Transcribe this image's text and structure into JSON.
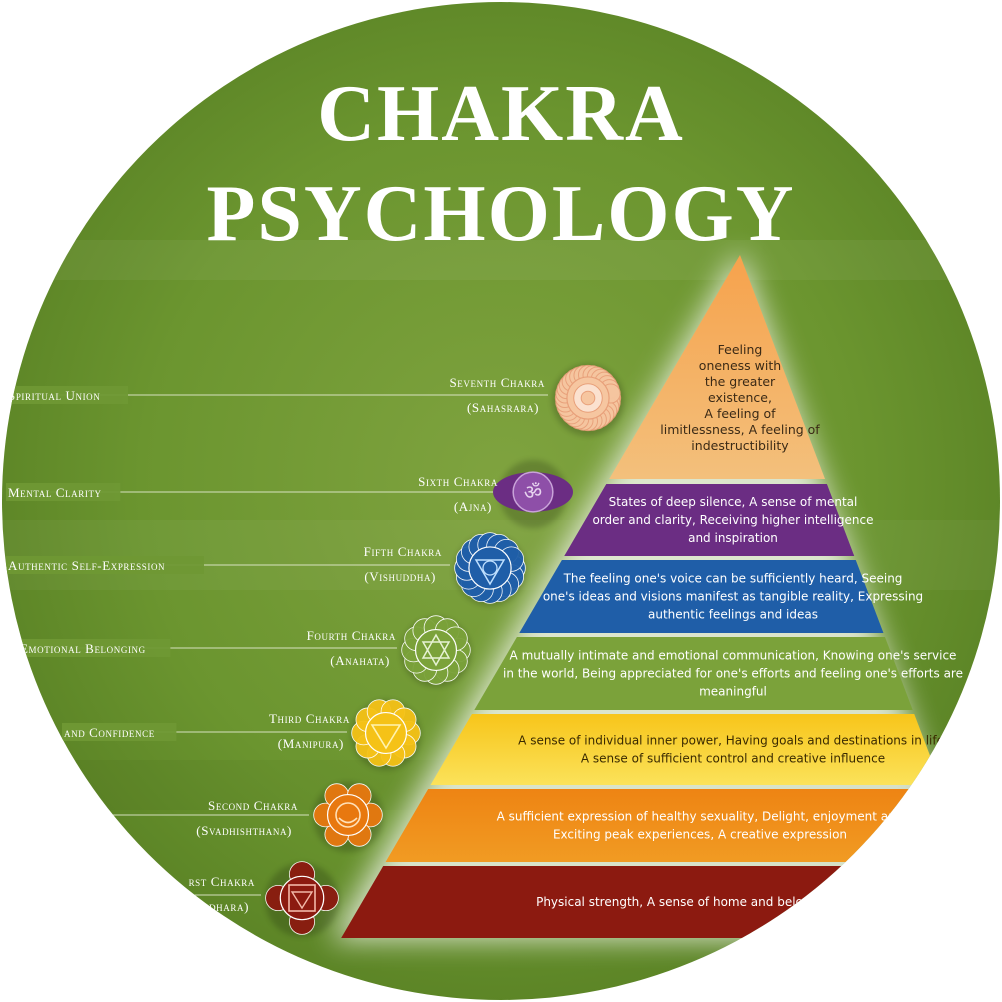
{
  "title": {
    "line1": "CHAKRA",
    "line2": "PSYCHOLOGY"
  },
  "layers": [
    {
      "chakra": "Seventh Chakra",
      "sanskrit": "(Sahasrara)",
      "theme": "Spiritual Union",
      "lines": [
        "Feeling",
        "oneness with",
        "the greater",
        "existence,",
        "A feeling of",
        "limitlessness, A feeling of",
        "indestructibility"
      ],
      "color": "#f2b46a",
      "text_color": "#3b2a16",
      "icon": "lotus-thousand-petal-icon"
    },
    {
      "chakra": "Sixth Chakra",
      "sanskrit": "(Ajna)",
      "theme": "Mental Clarity",
      "lines": [
        "States of deep silence, A sense of mental",
        "order and clarity, Receiving higher intelligence",
        "and inspiration"
      ],
      "color": "#6b2d83",
      "text_color": "#ffffff",
      "icon": "om-icon"
    },
    {
      "chakra": "Fifth Chakra",
      "sanskrit": "(Vishuddha)",
      "theme": "Authentic Self-Expression",
      "lines": [
        "The feeling one's voice can be sufficiently heard, Seeing",
        "one's ideas and visions manifest as tangible reality, Expressing",
        "authentic feelings and ideas"
      ],
      "color": "#1f5ea8",
      "text_color": "#ffffff",
      "icon": "throat-lotus-icon"
    },
    {
      "chakra": "Fourth Chakra",
      "sanskrit": "(Anahata)",
      "theme": "Emotional Belonging",
      "lines": [
        "A mutually intimate and emotional communication, Knowing one's service",
        "in the world, Being appreciated for one's efforts and feeling one's efforts are",
        "meaningful"
      ],
      "color": "#7ba23a",
      "text_color": "#ffffff",
      "icon": "heart-lotus-icon"
    },
    {
      "chakra": "Third Chakra",
      "sanskrit": "(Manipura)",
      "theme": "and Confidence",
      "lines": [
        "A sense of individual inner power, Having goals and destinations in life,",
        "A sense of sufficient control and creative influence"
      ],
      "color": "#f5c217",
      "text_color": "#3a2a00",
      "icon": "solar-plexus-lotus-icon"
    },
    {
      "chakra": "Second Chakra",
      "sanskrit": "(Svadhishthana)",
      "theme": "",
      "lines": [
        "A sufficient expression of healthy sexuality, Delight, enjoyment and",
        "Exciting peak experiences, A creative expression"
      ],
      "color": "#e8780f",
      "text_color": "#ffffff",
      "icon": "sacral-lotus-icon"
    },
    {
      "chakra": "rst Chakra",
      "sanskrit": "dhara)",
      "theme": "",
      "lines": [
        "Physical strength, A sense of home and belonging, A h"
      ],
      "color": "#8c1a10",
      "text_color": "#ffffff",
      "icon": "root-lotus-icon"
    }
  ]
}
